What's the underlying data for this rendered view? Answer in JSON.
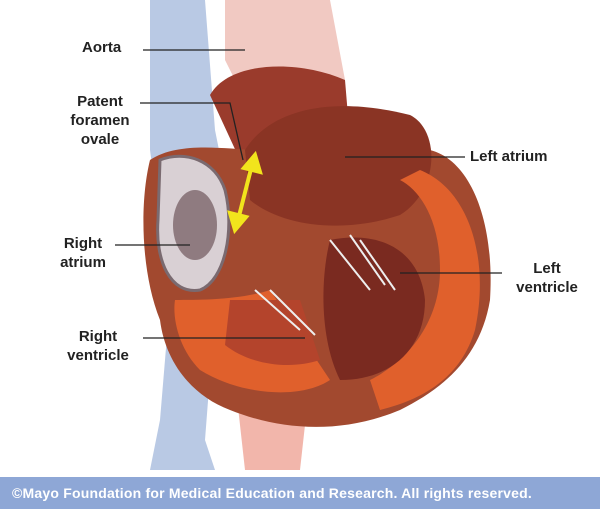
{
  "labels": {
    "aorta": "Aorta",
    "pfo_1": "Patent",
    "pfo_2": "foramen",
    "pfo_3": "ovale",
    "left_atrium": "Left atrium",
    "right_atrium_1": "Right",
    "right_atrium_2": "atrium",
    "left_ventricle_1": "Left",
    "left_ventricle_2": "ventricle",
    "right_ventricle_1": "Right",
    "right_ventricle_2": "ventricle"
  },
  "footer": "©Mayo Foundation for Medical Education and Research.  All rights reserved.",
  "colors": {
    "footer": "#8ea7d6",
    "muscle": "#e0602c",
    "chamber": "#8a3424",
    "vein": "#9fb6d8",
    "arrow": "#f0e020"
  }
}
